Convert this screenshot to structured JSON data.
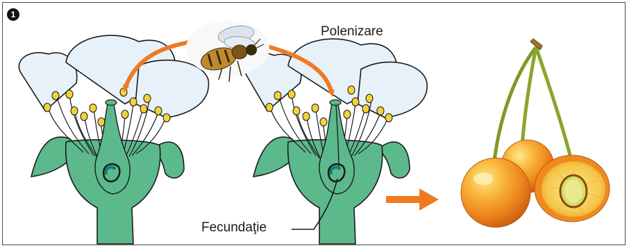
{
  "figure": {
    "step_marker": "1",
    "pollination_label": "Polenizare",
    "fertilization_label": "Fecundaţie"
  },
  "colors": {
    "arrow": "#f07a22",
    "petal_outline": "#1a1a1a",
    "petal_fill": "#e6f1fa",
    "flower_green": "#5cb98c",
    "stamen_yellow": "#f2d23a",
    "cherry_orange": "#f39a1c",
    "cherry_yellow": "#f7d64b",
    "stem": "#8aa52c"
  },
  "icons": {
    "insect": "bee-icon",
    "fruit": "cherries-icon",
    "flow_arrow": "arrow-right-icon"
  }
}
